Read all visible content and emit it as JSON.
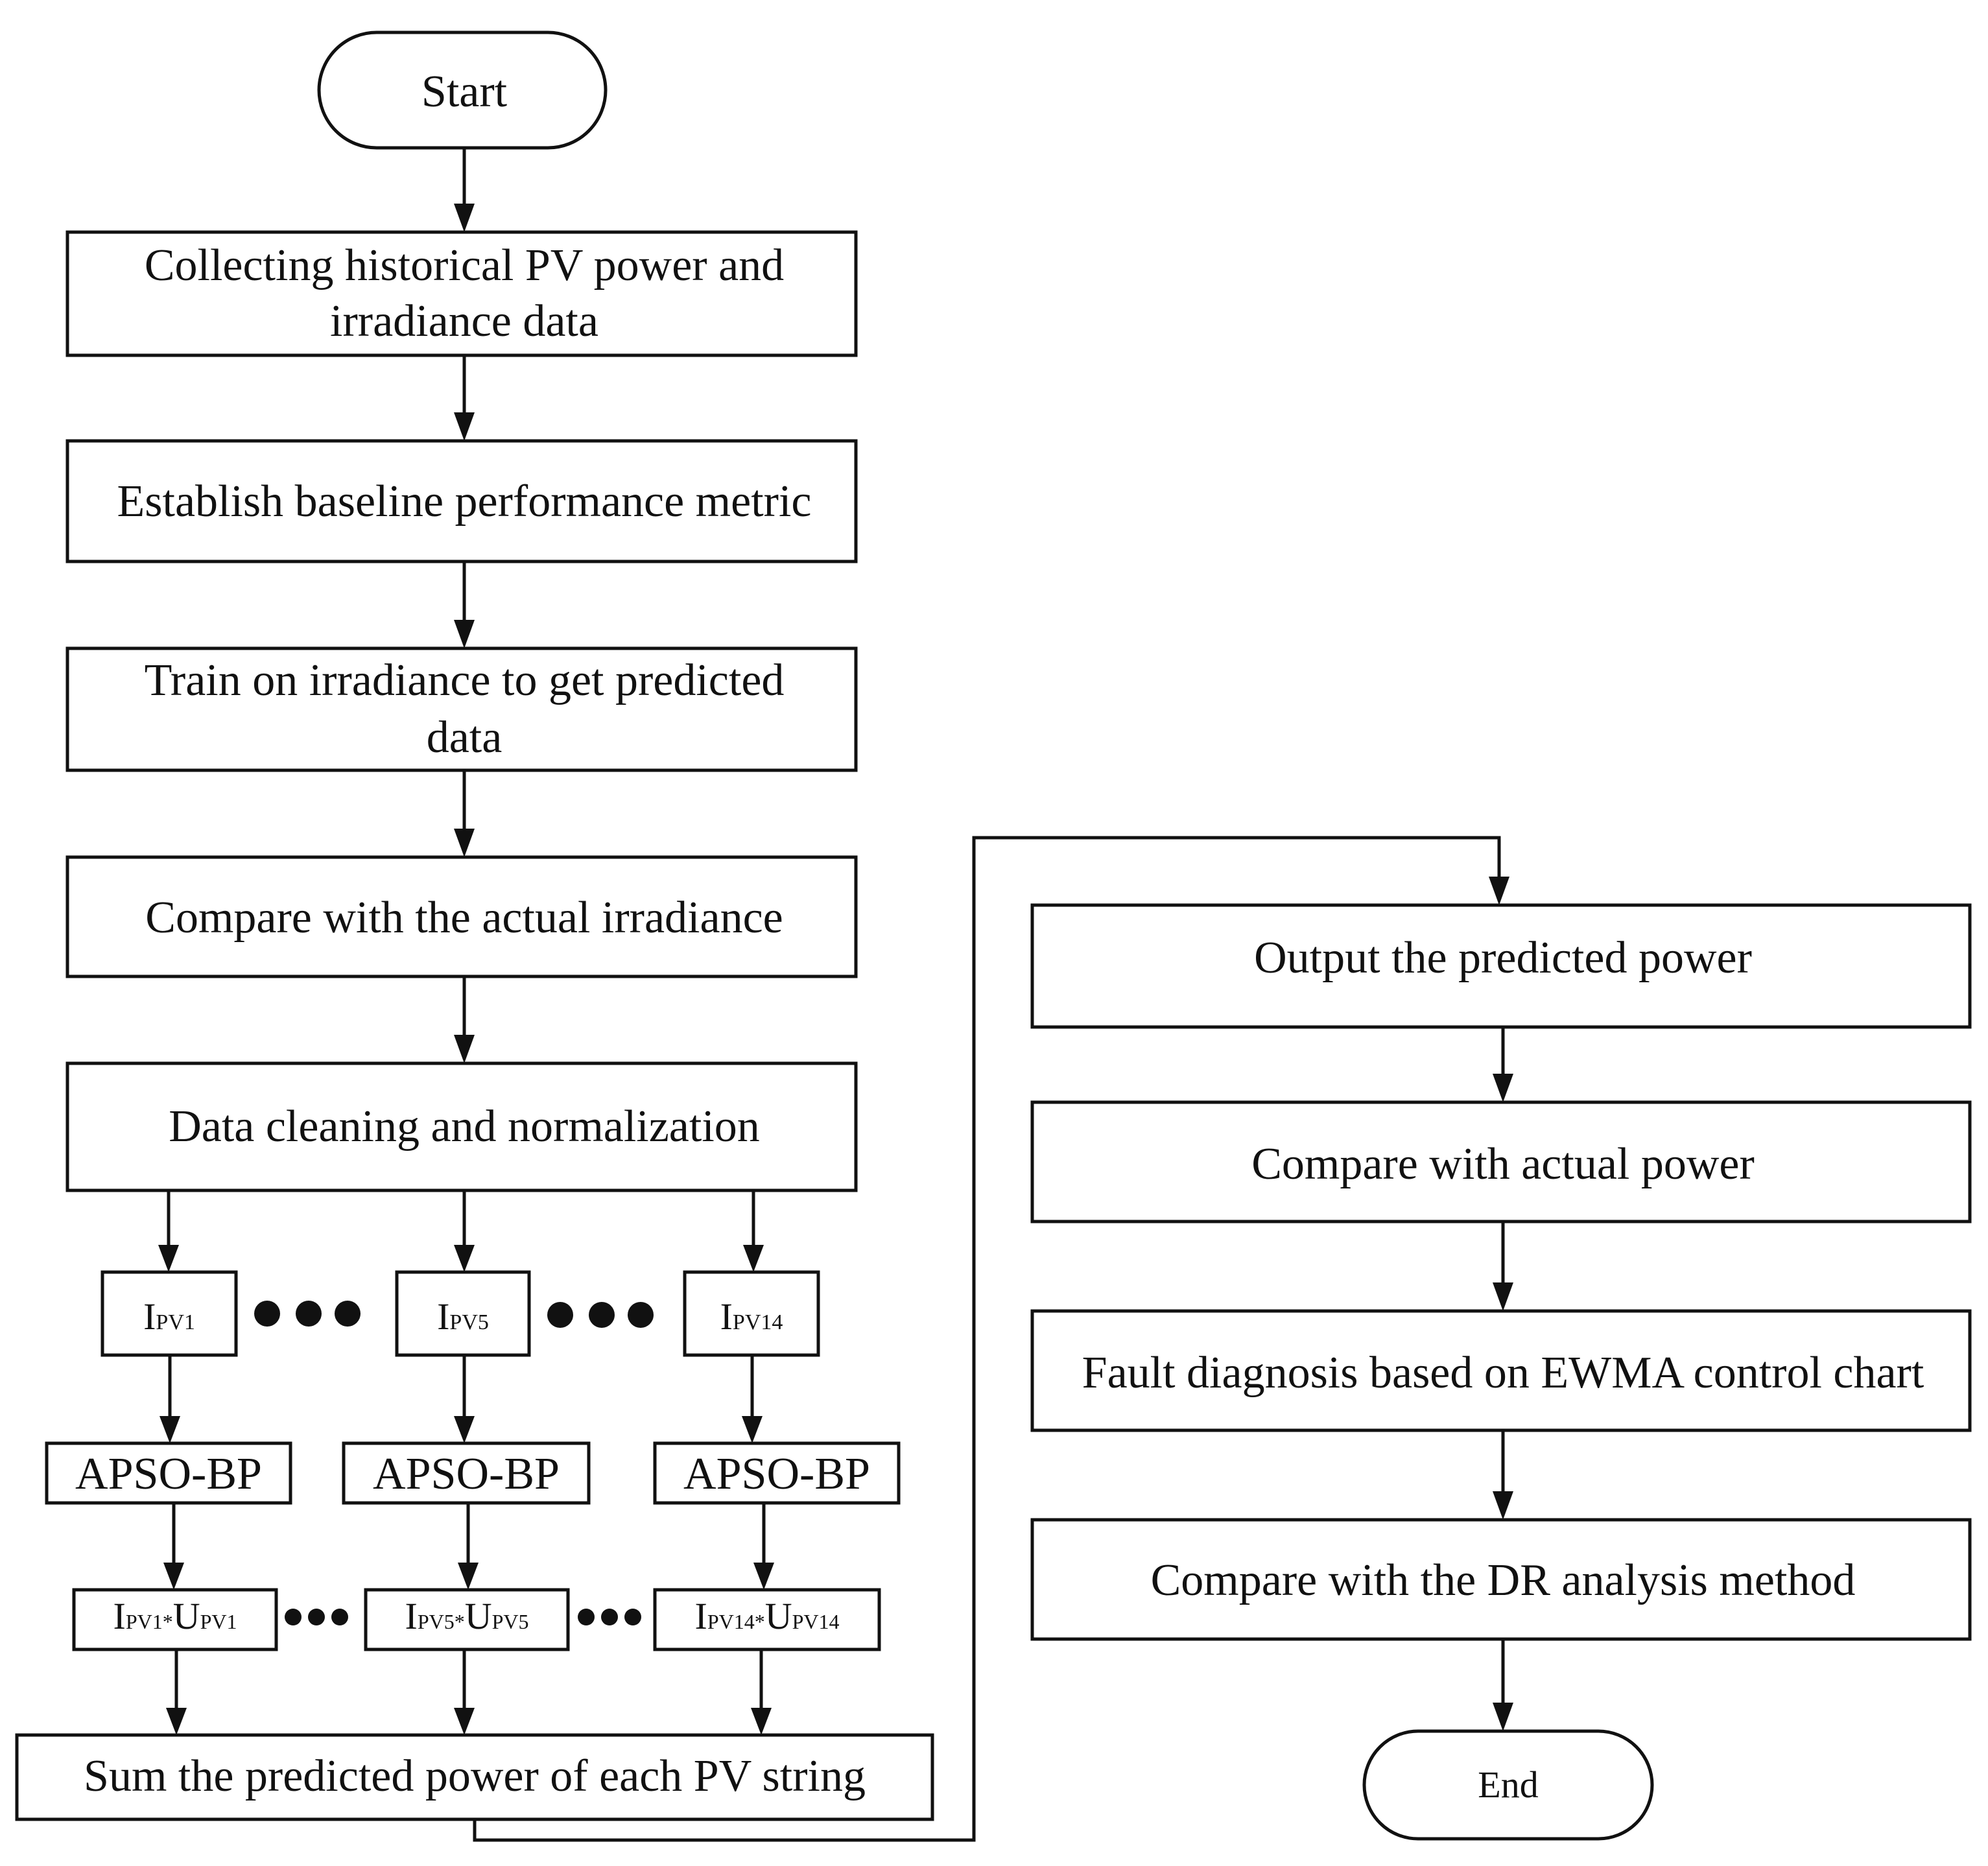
{
  "flowchart": {
    "start": "Start",
    "end": "End",
    "step_collect": [
      "Collecting historical PV power and",
      "irradiance data"
    ],
    "step_baseline": "Establish baseline performance metric",
    "step_train": [
      "Train on irradiance to get predicted",
      "data"
    ],
    "step_compare_irr": "Compare with the actual irradiance",
    "step_clean": "Data cleaning and normalization",
    "branch_inputs": [
      {
        "main": "I",
        "sub": "PV1"
      },
      {
        "main": "I",
        "sub": "PV5"
      },
      {
        "main": "I",
        "sub": "PV14"
      }
    ],
    "branch_models": [
      "APSO-BP",
      "APSO-BP",
      "APSO-BP"
    ],
    "branch_products": [
      {
        "i": "I",
        "i_sub": "PV1",
        "op": "*",
        "u": "U",
        "u_sub": "PV1"
      },
      {
        "i": "I",
        "i_sub": "PV5",
        "op": "*",
        "u": "U",
        "u_sub": "PV5"
      },
      {
        "i": "I",
        "i_sub": "PV14",
        "op": "*",
        "u": "U",
        "u_sub": "PV14"
      }
    ],
    "step_sum": "Sum the predicted power of each PV string",
    "step_output": "Output the predicted power",
    "step_compare_power": "Compare with actual power",
    "step_fault": "Fault diagnosis based on EWMA control chart",
    "step_compare_dr": "Compare  with the DR analysis method"
  }
}
